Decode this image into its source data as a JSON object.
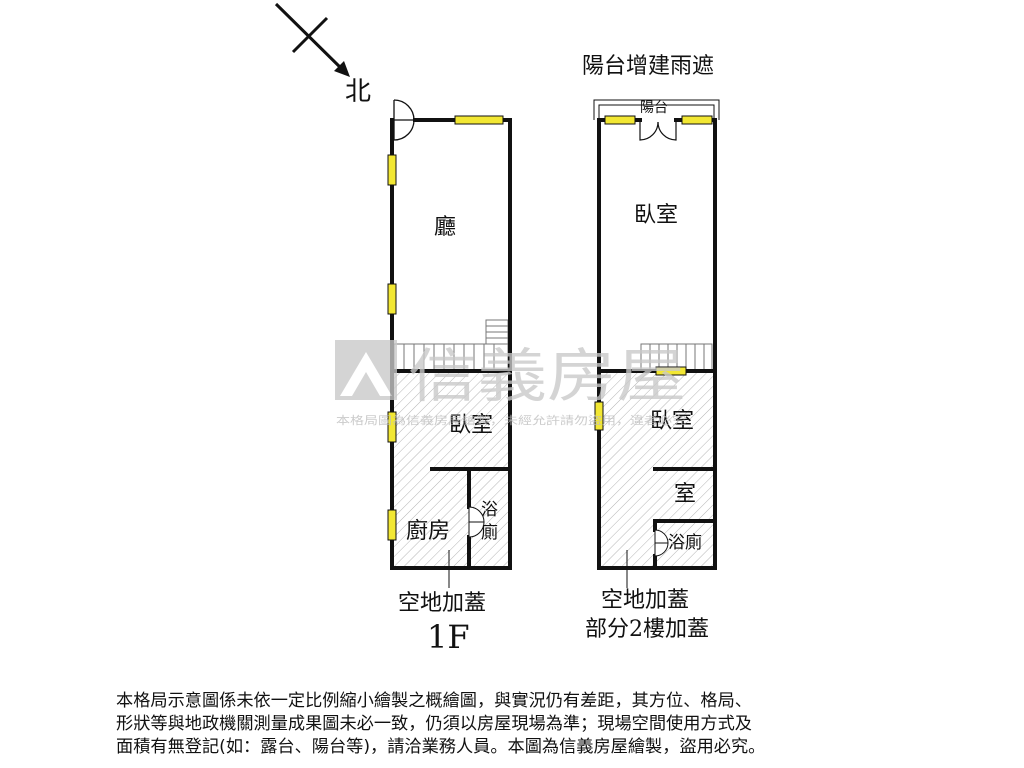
{
  "compass": {
    "north_label": "北"
  },
  "floor1": {
    "rooms": {
      "living": "廳",
      "bedroom": "臥室",
      "kitchen": "廚房",
      "bath_top": "浴",
      "bath_bottom": "廁"
    },
    "annotation": "空地加蓋",
    "title": "1F"
  },
  "floor2": {
    "balcony_note": "陽台增建雨遮",
    "balcony": "陽台",
    "rooms": {
      "bedroom_front": "臥室",
      "bedroom_rear": "臥室",
      "room": "室",
      "bath": "浴廁"
    },
    "annotation_line1": "空地加蓋",
    "annotation_line2": "部分2樓加蓋",
    "title": ""
  },
  "watermark": {
    "brand": "信義房屋",
    "notice": "本格局圖為信義房屋繪製，未經允許請勿盜用，違者必究"
  },
  "disclaimer": [
    "本格局示意圖係未依一定比例縮小繪製之概繪圖，與實況仍有差距，其方位、格局、",
    "形狀等與地政機關測量成果圖未必一致，仍須以房屋現場為準；現場空間使用方式及",
    "面積有無登記(如：露台、陽台等)，請洽業務人員。本圖為信義房屋繪製，盜用必究。"
  ],
  "colors": {
    "wall": "#111111",
    "window": "#f2e733",
    "hatch": "#b5b5b5",
    "watermark": "#c9c9c9"
  }
}
